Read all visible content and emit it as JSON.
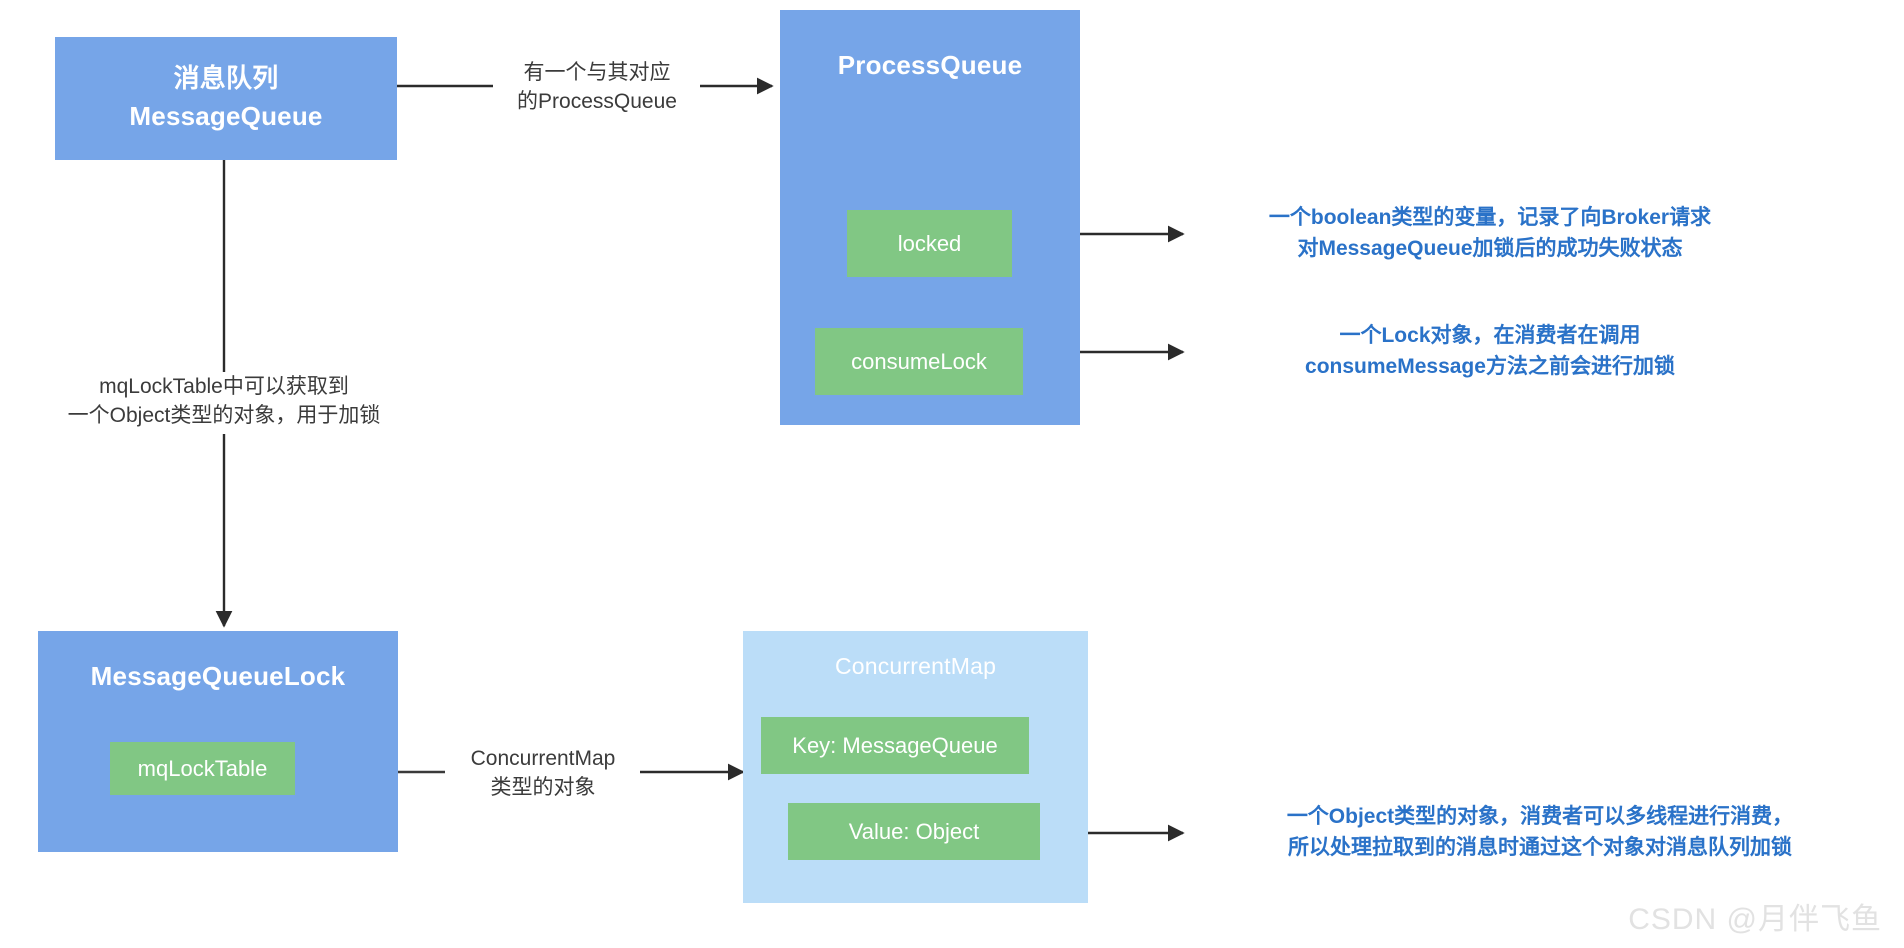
{
  "diagram": {
    "title": "RocketMQ MessageQueue / ProcessQueue locking diagram",
    "colors": {
      "box_blue": "#76a5e8",
      "box_light_blue": "#bbddf8",
      "chip_green": "#81c784",
      "note_blue": "#2a72c8",
      "label_gray": "#3b3b3b",
      "connector": "#2b2b2b",
      "background": "#ffffff"
    },
    "nodes": {
      "message_queue": {
        "title_cn": "消息队列",
        "title_en": "MessageQueue"
      },
      "process_queue": {
        "title": "ProcessQueue",
        "fields": [
          {
            "label": "locked"
          },
          {
            "label": "consumeLock"
          }
        ]
      },
      "message_queue_lock": {
        "title": "MessageQueueLock",
        "fields": [
          {
            "label": "mqLockTable"
          }
        ]
      },
      "concurrent_map": {
        "title": "ConcurrentMap",
        "fields": [
          {
            "label": "Key: MessageQueue"
          },
          {
            "label": "Value: Object"
          }
        ]
      }
    },
    "edge_labels": {
      "mq_to_pq": {
        "line1": "有一个与其对应",
        "line2": "的ProcessQueue"
      },
      "mq_to_mqlock": {
        "line1": "mqLockTable中可以获取到",
        "line2": "一个Object类型的对象，用于加锁"
      },
      "mqlocktable_to_map": {
        "line1": "ConcurrentMap",
        "line2": "类型的对象"
      }
    },
    "notes": {
      "locked": {
        "line1": "一个boolean类型的变量，记录了向Broker请求",
        "line2": "对MessageQueue加锁后的成功失败状态"
      },
      "consume_lock": {
        "line1": "一个Lock对象，在消费者在调用",
        "line2": "consumeMessage方法之前会进行加锁"
      },
      "value_object": {
        "line1": "一个Object类型的对象，消费者可以多线程进行消费，",
        "line2": "所以处理拉取到的消息时通过这个对象对消息队列加锁"
      }
    },
    "watermark": "CSDN @月伴飞鱼"
  }
}
